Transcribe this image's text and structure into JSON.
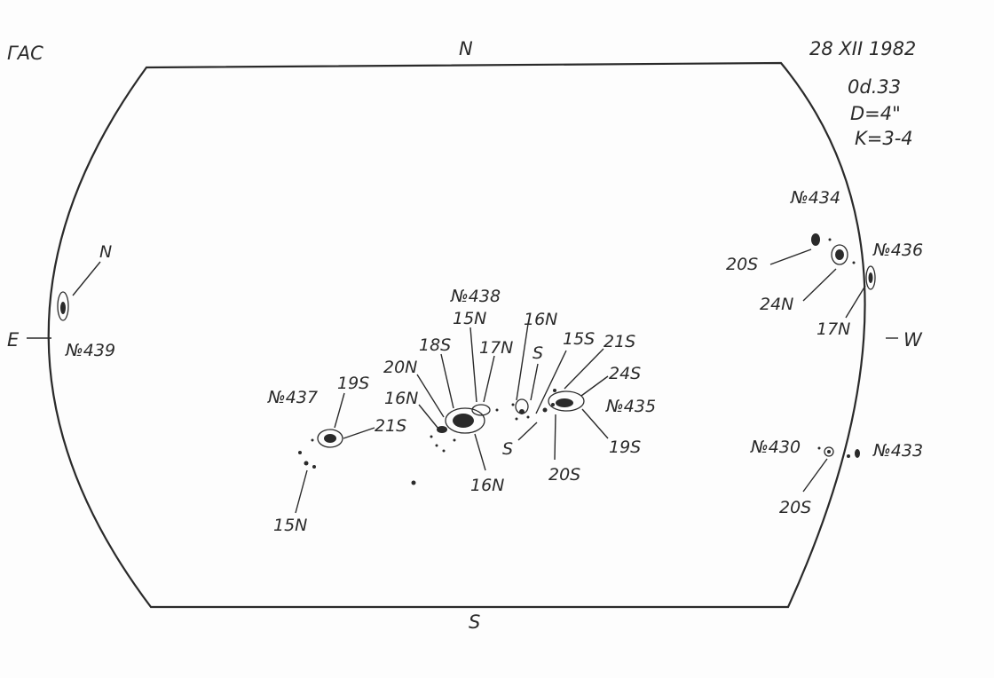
{
  "observatory": "ГАС",
  "date": "28 XII 1982",
  "time": "0d.33",
  "params": {
    "D": "D=4\"",
    "K": "K=3-4"
  },
  "directions": {
    "north": "N",
    "south": "S",
    "east": "E",
    "west": "W"
  },
  "regions": [
    {
      "id": "439",
      "label": "№439",
      "pol": [
        "N"
      ]
    },
    {
      "id": "437",
      "label": "№437",
      "pol": [
        "19S",
        "21S",
        "15N"
      ]
    },
    {
      "id": "438",
      "label": "№438",
      "pol": [
        "15N",
        "18S",
        "17N",
        "20N",
        "16N",
        "16N"
      ]
    },
    {
      "id": "mid",
      "label": "",
      "pol": [
        "16N",
        "S",
        "15S",
        "S"
      ]
    },
    {
      "id": "435",
      "label": "№435",
      "pol": [
        "21S",
        "24S",
        "19S",
        "20S"
      ]
    },
    {
      "id": "434",
      "label": "№434",
      "pol": [
        "20S",
        "24N"
      ]
    },
    {
      "id": "436",
      "label": "№436",
      "pol": [
        "17N"
      ]
    },
    {
      "id": "430",
      "label": "№430",
      "pol": [
        "20S"
      ]
    },
    {
      "id": "433",
      "label": "№433",
      "pol": []
    }
  ]
}
